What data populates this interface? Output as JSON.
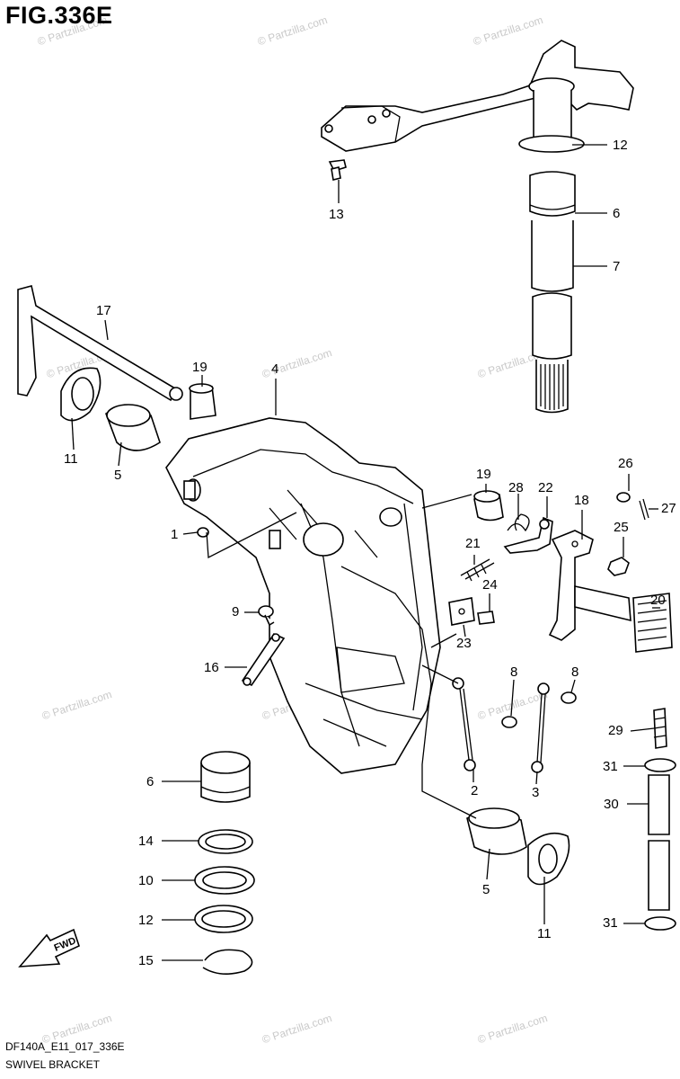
{
  "figure_title": "FIG.336E",
  "diagram_code": "DF140A_E11_017_336E",
  "caption": "SWIVEL BRACKET",
  "watermark": "© Partzilla.com",
  "fwd_label": "FWD",
  "callouts": {
    "c12a": "12",
    "c6a": "6",
    "c7": "7",
    "c13": "13",
    "c17": "17",
    "c19a": "19",
    "c4": "4",
    "c11a": "11",
    "c5a": "5",
    "c19b": "19",
    "c28": "28",
    "c22": "22",
    "c18": "18",
    "c26": "26",
    "c27": "27",
    "c25": "25",
    "c1": "1",
    "c21": "21",
    "c24": "24",
    "c20": "20",
    "c9": "9",
    "c23": "23",
    "c16": "16",
    "c8a": "8",
    "c8b": "8",
    "c2": "2",
    "c3": "3",
    "c29": "29",
    "c31a": "31",
    "c30": "30",
    "c31b": "31",
    "c6b": "6",
    "c14": "14",
    "c10": "10",
    "c12b": "12",
    "c15": "15",
    "c5b": "5",
    "c11b": "11"
  }
}
